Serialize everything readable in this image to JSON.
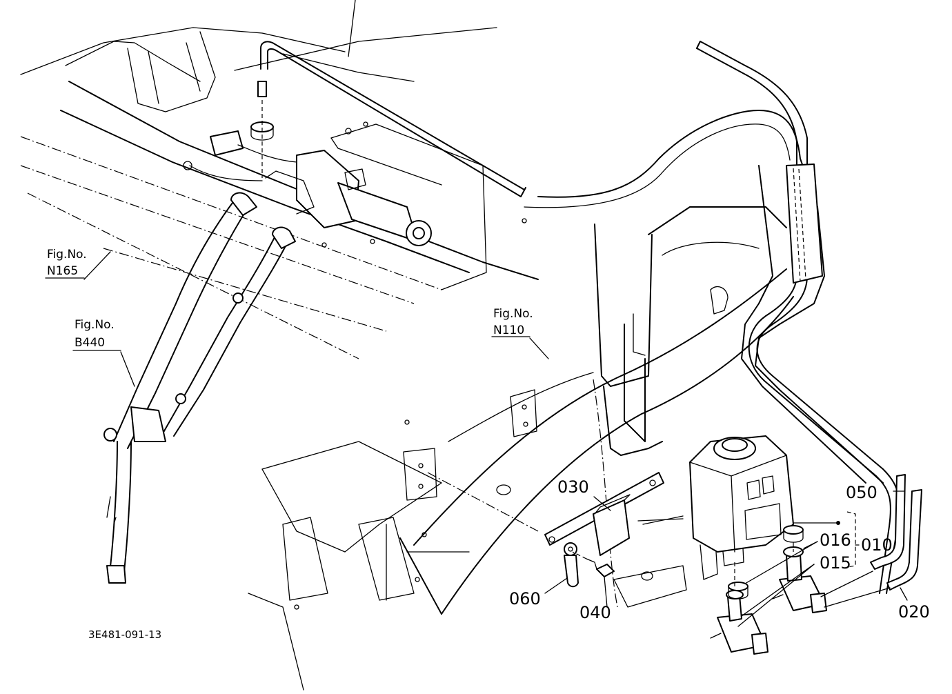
{
  "drawing_code": "3E481-091-13",
  "figure_refs": [
    {
      "label": "Fig.No.",
      "number": "N165"
    },
    {
      "label": "Fig.No.",
      "number": "B440"
    },
    {
      "label": "Fig.No.",
      "number": "N110"
    }
  ],
  "parts": {
    "p010": "010",
    "p015": "015",
    "p016": "016",
    "p020": "020",
    "p030": "030",
    "p040": "040",
    "p050": "050",
    "p060": "060"
  }
}
